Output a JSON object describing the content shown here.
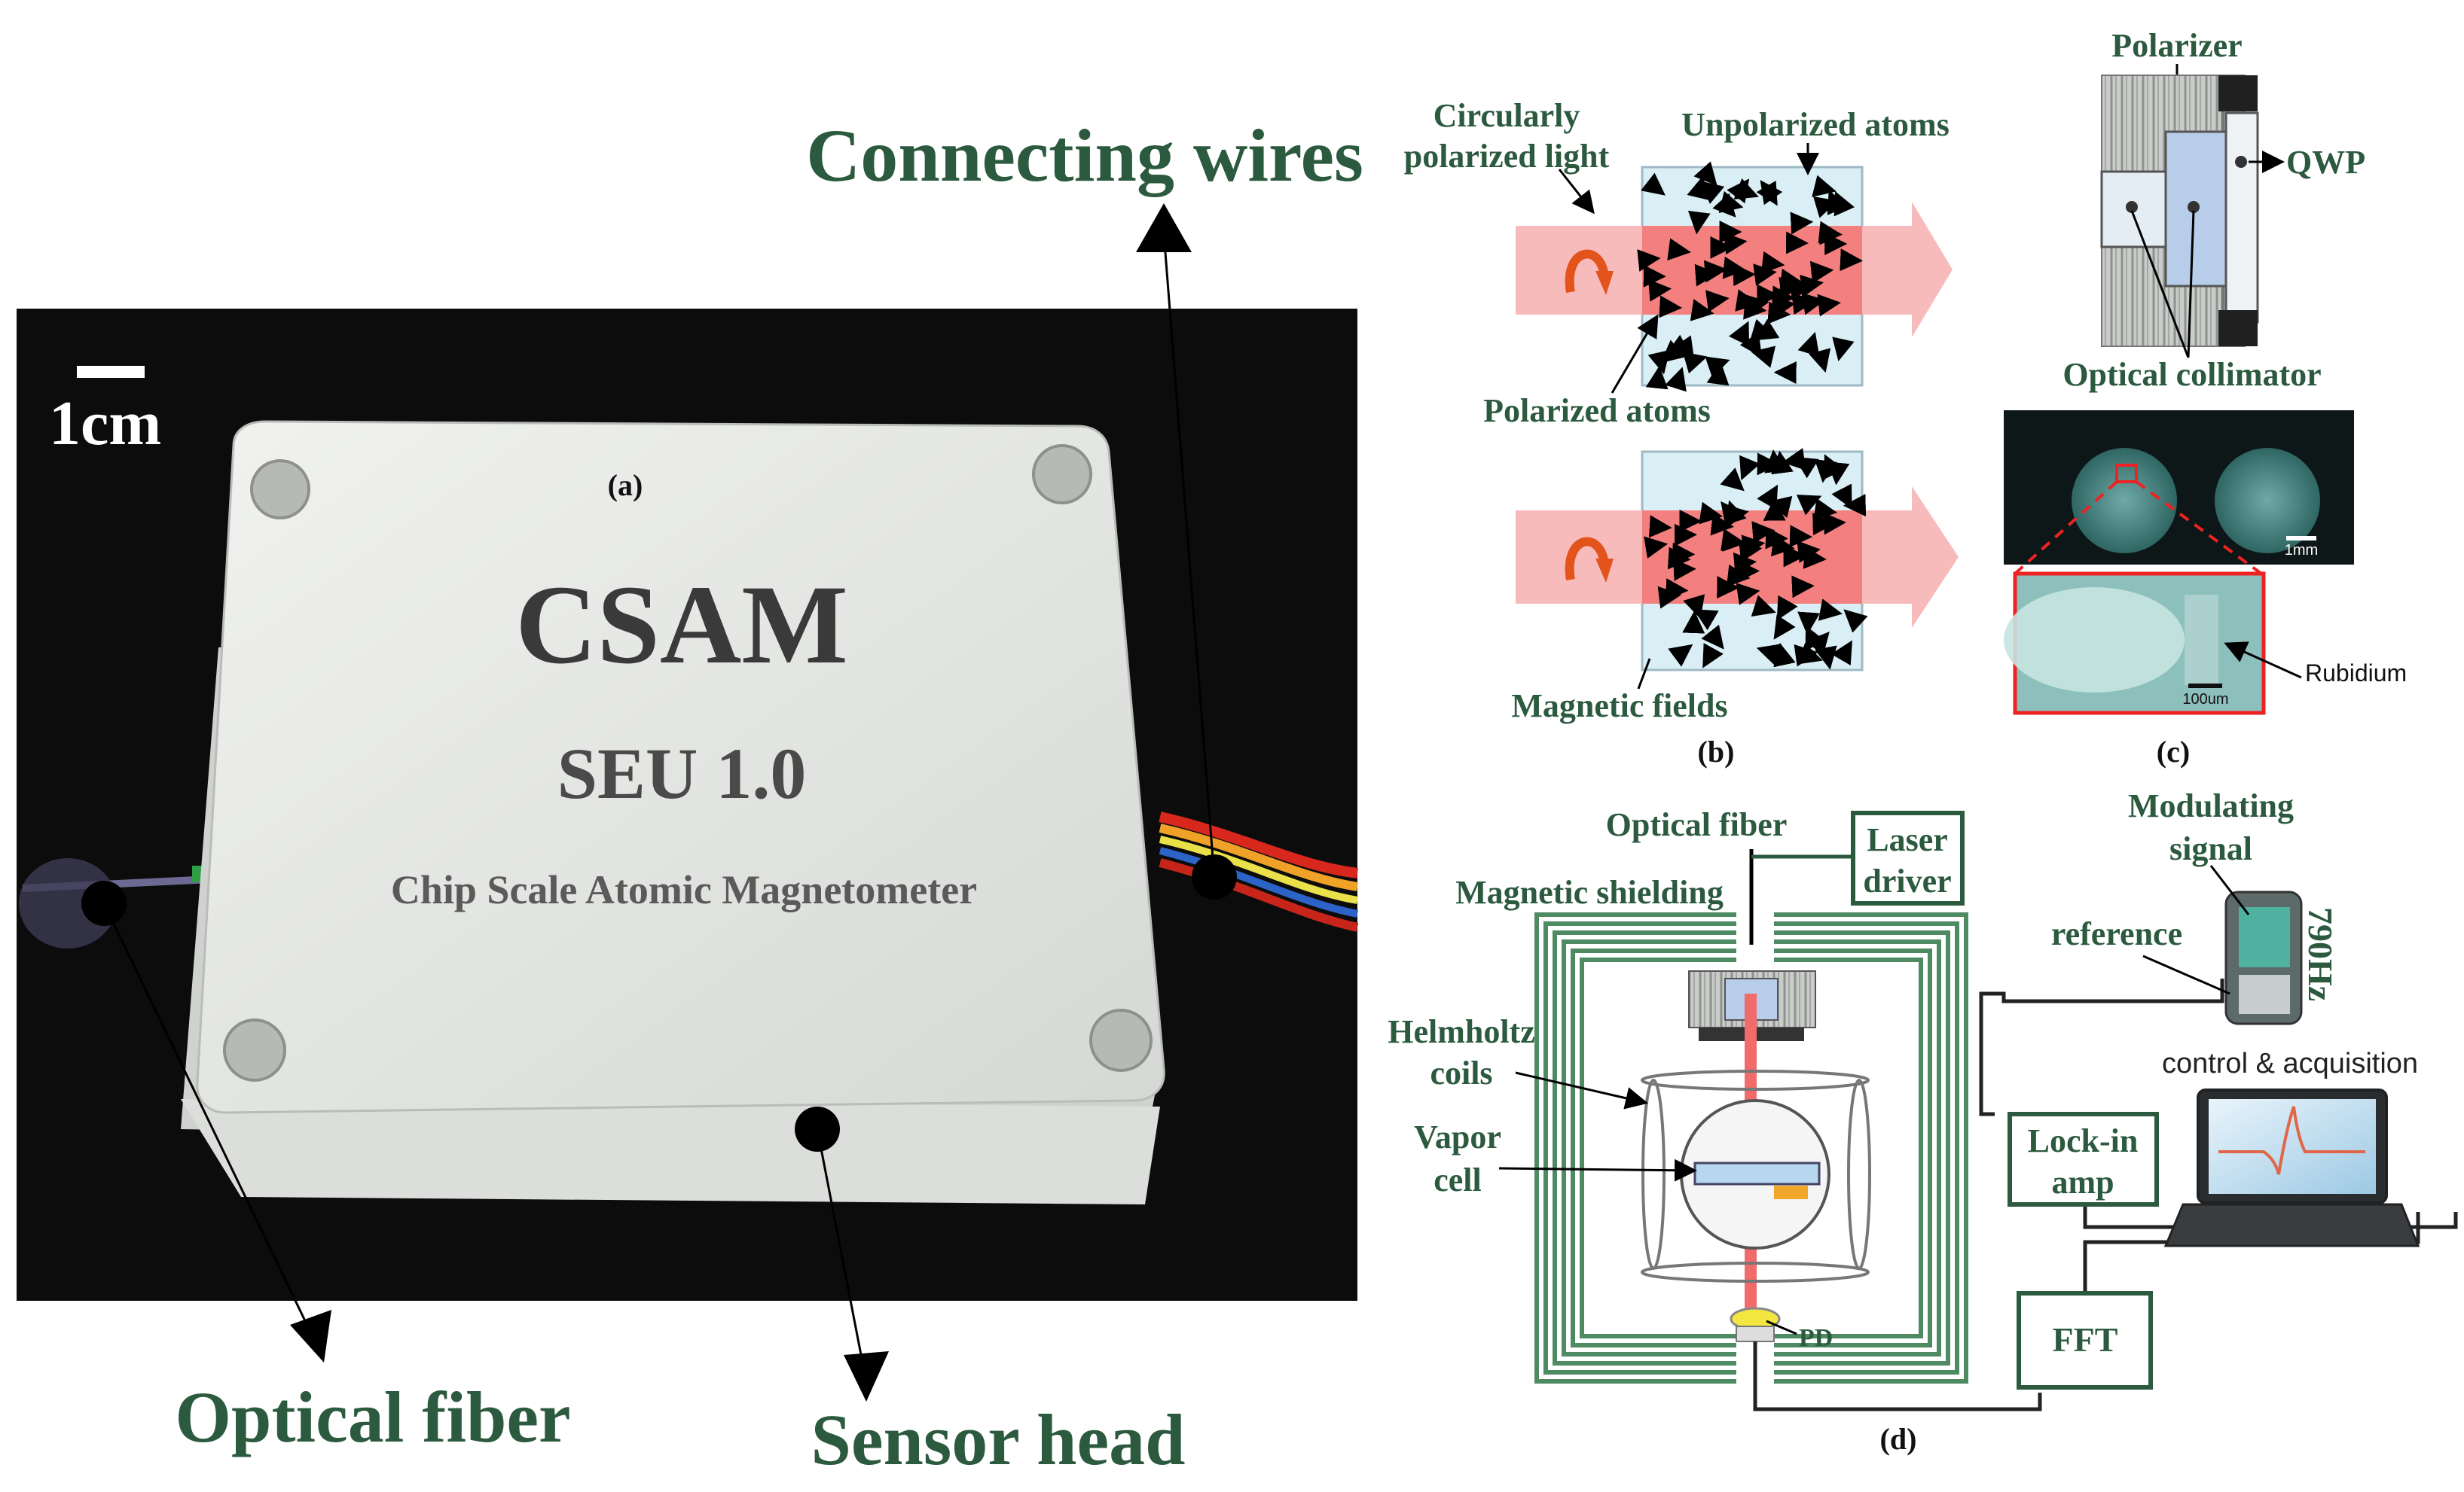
{
  "colors": {
    "label_green": "#2c5a3e",
    "annotation_green": "#3b6b4a",
    "beam_red": "#f26b6b",
    "beam_pink": "#f8b7b7",
    "cell_blue": "#d9eef5",
    "shield_green": "#4e8a62",
    "photo_black": "#0c0c0c",
    "box_white": "#e7e9e6",
    "arrow_orange": "#e2541b"
  },
  "panel_a": {
    "scale_bar": "1cm",
    "panel_label": "(a)",
    "device_title": "CSAM",
    "device_version": "SEU 1.0",
    "device_subtitle": "Chip Scale Atomic Magnetometer",
    "callouts": {
      "connecting_wires": "Connecting wires",
      "optical_fiber": "Optical fiber",
      "sensor_head": "Sensor head"
    }
  },
  "panel_b": {
    "panel_label": "(b)",
    "circularly_polarized_light": [
      "Circularly",
      "polarized light"
    ],
    "unpolarized_atoms": "Unpolarized atoms",
    "polarized_atoms": "Polarized atoms",
    "magnetic_fields": "Magnetic fields"
  },
  "panel_c": {
    "panel_label": "(c)",
    "polarizer": "Polarizer",
    "qwp": "QWP",
    "optical_collimator": "Optical collimator",
    "scale_1mm": "1mm",
    "scale_100um": "100um",
    "rubidium": "Rubidium"
  },
  "panel_d": {
    "panel_label": "(d)",
    "optical_fiber": "Optical fiber",
    "laser_driver": [
      "Laser",
      "driver"
    ],
    "magnetic_shielding": "Magnetic shielding",
    "helmholtz_coils": [
      "Helmholtz",
      "coils"
    ],
    "vapor_cell": [
      "Vapor",
      "cell"
    ],
    "pd": "PD",
    "modulating_signal": [
      "Modulating",
      "signal"
    ],
    "reference": "reference",
    "frequency": "790Hz",
    "control_acquisition": "control & acquisition",
    "lock_in_amp": [
      "Lock-in",
      "amp"
    ],
    "fft": "FFT"
  }
}
